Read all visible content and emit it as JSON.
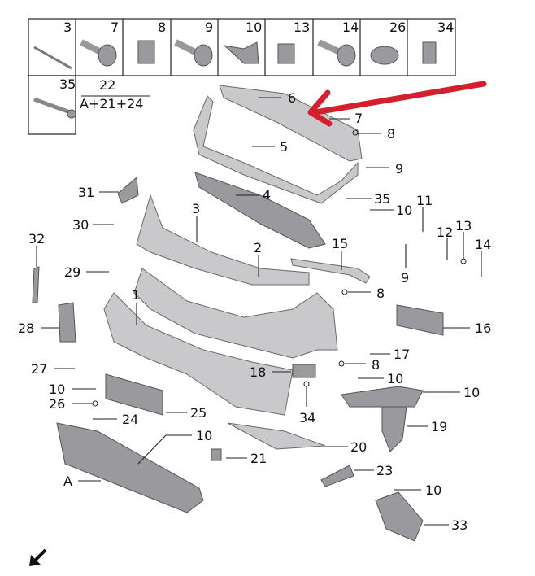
{
  "diagram": {
    "header_parts": [
      "3",
      "7",
      "8",
      "9",
      "10",
      "13",
      "14",
      "26",
      "34"
    ],
    "second_row_part": "35",
    "kit": {
      "number": "22",
      "contents": "A+21+24"
    },
    "callouts": [
      "6",
      "7",
      "8",
      "5",
      "9",
      "4",
      "35",
      "10",
      "11",
      "3",
      "31",
      "30",
      "32",
      "12",
      "13",
      "14",
      "15",
      "2",
      "9",
      "29",
      "8",
      "1",
      "28",
      "16",
      "17",
      "8",
      "27",
      "18",
      "10",
      "10",
      "10",
      "26",
      "25",
      "24",
      "34",
      "19",
      "10",
      "20",
      "21",
      "23",
      "A",
      "10",
      "33"
    ],
    "arrow_color": "#d4202e",
    "part_color": "#c9c9cc"
  }
}
